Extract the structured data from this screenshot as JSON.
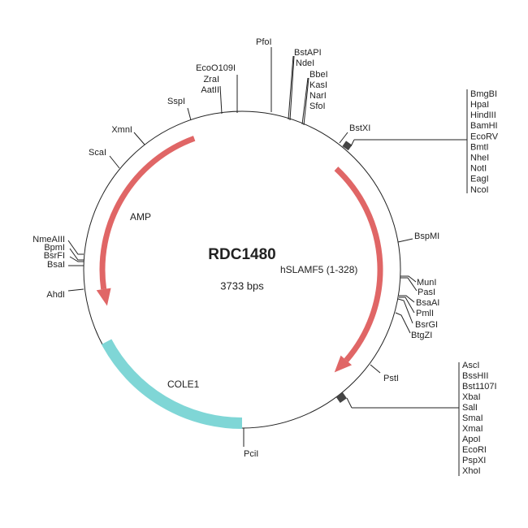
{
  "plasmid": {
    "name": "RDC1480",
    "size_label": "3733 bps"
  },
  "features": {
    "amp": {
      "label": "AMP",
      "color": "#e06666"
    },
    "hslamf5": {
      "label": "hSLAMF5 (1-328)",
      "color": "#e06666"
    },
    "cole1": {
      "label": "COLE1",
      "color": "#7fd6d6"
    }
  },
  "sites": {
    "pfoi": "PfoI",
    "ecoo109i": "EcoO109I",
    "zrai": "ZraI",
    "aatii": "AatII",
    "sspi": "SspI",
    "bstapi": "BstAPI",
    "ndei": "NdeI",
    "bbei": "BbeI",
    "kasi": "KasI",
    "nari": "NarI",
    "sfoi": "SfoI",
    "bstxi": "BstXI",
    "xmni": "XmnI",
    "scai": "ScaI",
    "nmeaiii": "NmeAIII",
    "bpmi": "BpmI",
    "bsrfi": "BsrFI",
    "bsai": "BsaI",
    "ahdi": "AhdI",
    "bspmi": "BspMI",
    "muni": "MunI",
    "pasi": "PasI",
    "bsaai": "BsaAI",
    "pmli": "PmlI",
    "bsrgi": "BsrGI",
    "btgzi": "BtgZI",
    "psti": "PstI",
    "pcii": "PciI"
  },
  "mcs1": [
    "BmgBI",
    "HpaI",
    "HindIII",
    "BamHI",
    "EcoRV",
    "BmtI",
    "NheI",
    "NotI",
    "EagI",
    "NcoI"
  ],
  "mcs2": [
    "AscI",
    "BssHII",
    "Bst1107I",
    "XbaI",
    "SalI",
    "SmaI",
    "XmaI",
    "ApoI",
    "EcoRI",
    "PspXI",
    "XhoI"
  ]
}
